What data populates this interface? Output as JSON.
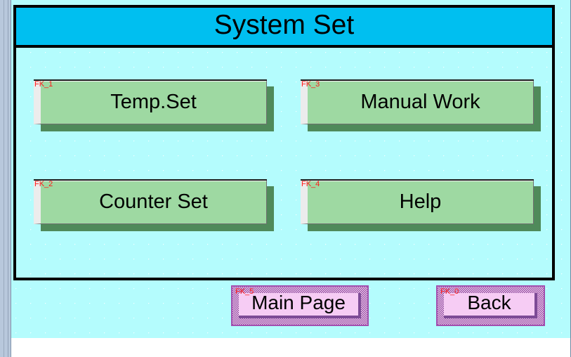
{
  "page": {
    "title": "System Set",
    "background_color": "#b4fcfd",
    "title_bar_color": "#00bff0",
    "frame_color": "#000000"
  },
  "function_buttons": [
    {
      "tag": "FK_1",
      "label": "Temp.Set",
      "face_color": "#9ed9a2",
      "shadow_color": "#4f8a5a",
      "tag_color": "#ff1a1a"
    },
    {
      "tag": "FK_3",
      "label": "Manual Work",
      "face_color": "#9ed9a2",
      "shadow_color": "#4f8a5a",
      "tag_color": "#ff1a1a"
    },
    {
      "tag": "FK_2",
      "label": "Counter Set",
      "face_color": "#9ed9a2",
      "shadow_color": "#4f8a5a",
      "tag_color": "#ff1a1a"
    },
    {
      "tag": "FK_4",
      "label": "Help",
      "face_color": "#9ed9a2",
      "shadow_color": "#4f8a5a",
      "tag_color": "#ff1a1a"
    }
  ],
  "nav_buttons": [
    {
      "tag": "FK_5",
      "label": "Main Page",
      "face_color": "#f6ccf4",
      "border_color": "#a24fae",
      "shadow_color": "#7d4b96",
      "tag_color": "#ff1a1a"
    },
    {
      "tag": "FK_0",
      "label": "Back",
      "face_color": "#f6ccf4",
      "border_color": "#a24fae",
      "shadow_color": "#7d4b96",
      "tag_color": "#ff1a1a"
    }
  ]
}
